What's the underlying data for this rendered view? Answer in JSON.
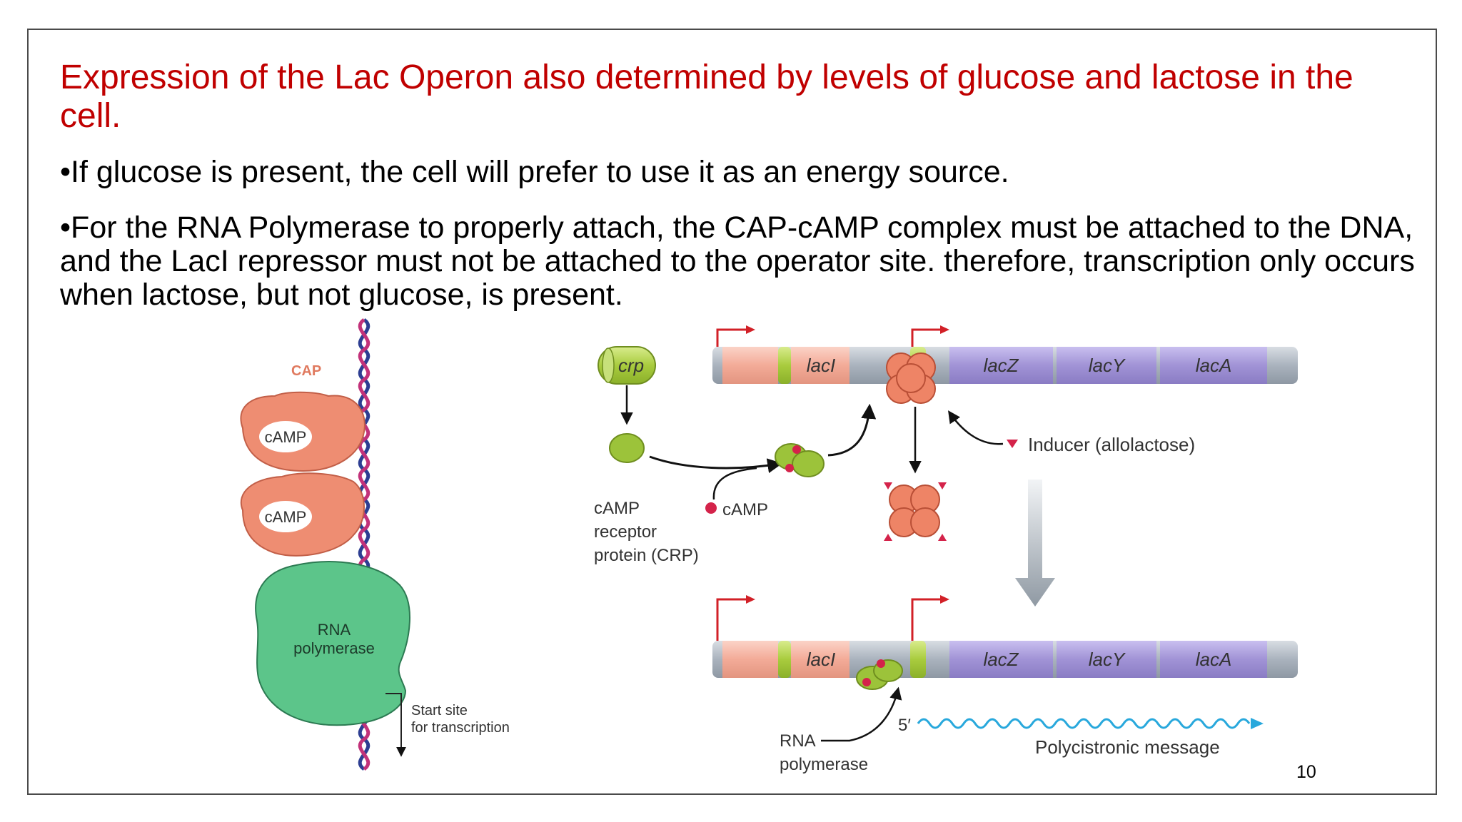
{
  "slide": {
    "title": "Expression of the Lac Operon also determined by levels of glucose and lactose in the cell.",
    "bullets": [
      "•If glucose is present, the cell will prefer to use it as an energy source.",
      "•For the RNA Polymerase to properly attach, the CAP-cAMP complex must be attached to the DNA, and the LacI repressor must not be attached to the operator site. therefore, transcription only occurs when lactose, but not glucose, is present."
    ],
    "page_number": "10"
  },
  "left_diagram": {
    "cap_label": "CAP",
    "camp_top": "cAMP",
    "camp_bottom": "cAMP",
    "rna_pol_line1": "RNA",
    "rna_pol_line2": "polymerase",
    "start_site_line1": "Start site",
    "start_site_line2": "for transcription"
  },
  "right_diagram": {
    "crp_gene": "crp",
    "laci": "lacI",
    "lacz": "lacZ",
    "lacy": "lacY",
    "laca": "lacA",
    "crp_label_line1": "cAMP",
    "crp_label_line2": "receptor",
    "crp_label_line3": "protein (CRP)",
    "camp_label": "cAMP",
    "inducer_label": "Inducer (allolactose)",
    "rna_pol_line1": "RNA",
    "rna_pol_line2": "polymerase",
    "five_prime": "5′",
    "message_label": "Polycistronic message"
  },
  "colors": {
    "title": "#c00000",
    "cap": "#ee8d72",
    "rna_polymerase": "#5cc58a",
    "dna_bar": "#b3bcc6",
    "lac_genes": "#a79ad6",
    "laci_gene": "#f3b0a0",
    "crp_protein": "#9cc33a",
    "arrow_red": "#d22027",
    "mrna": "#28a8dc"
  }
}
